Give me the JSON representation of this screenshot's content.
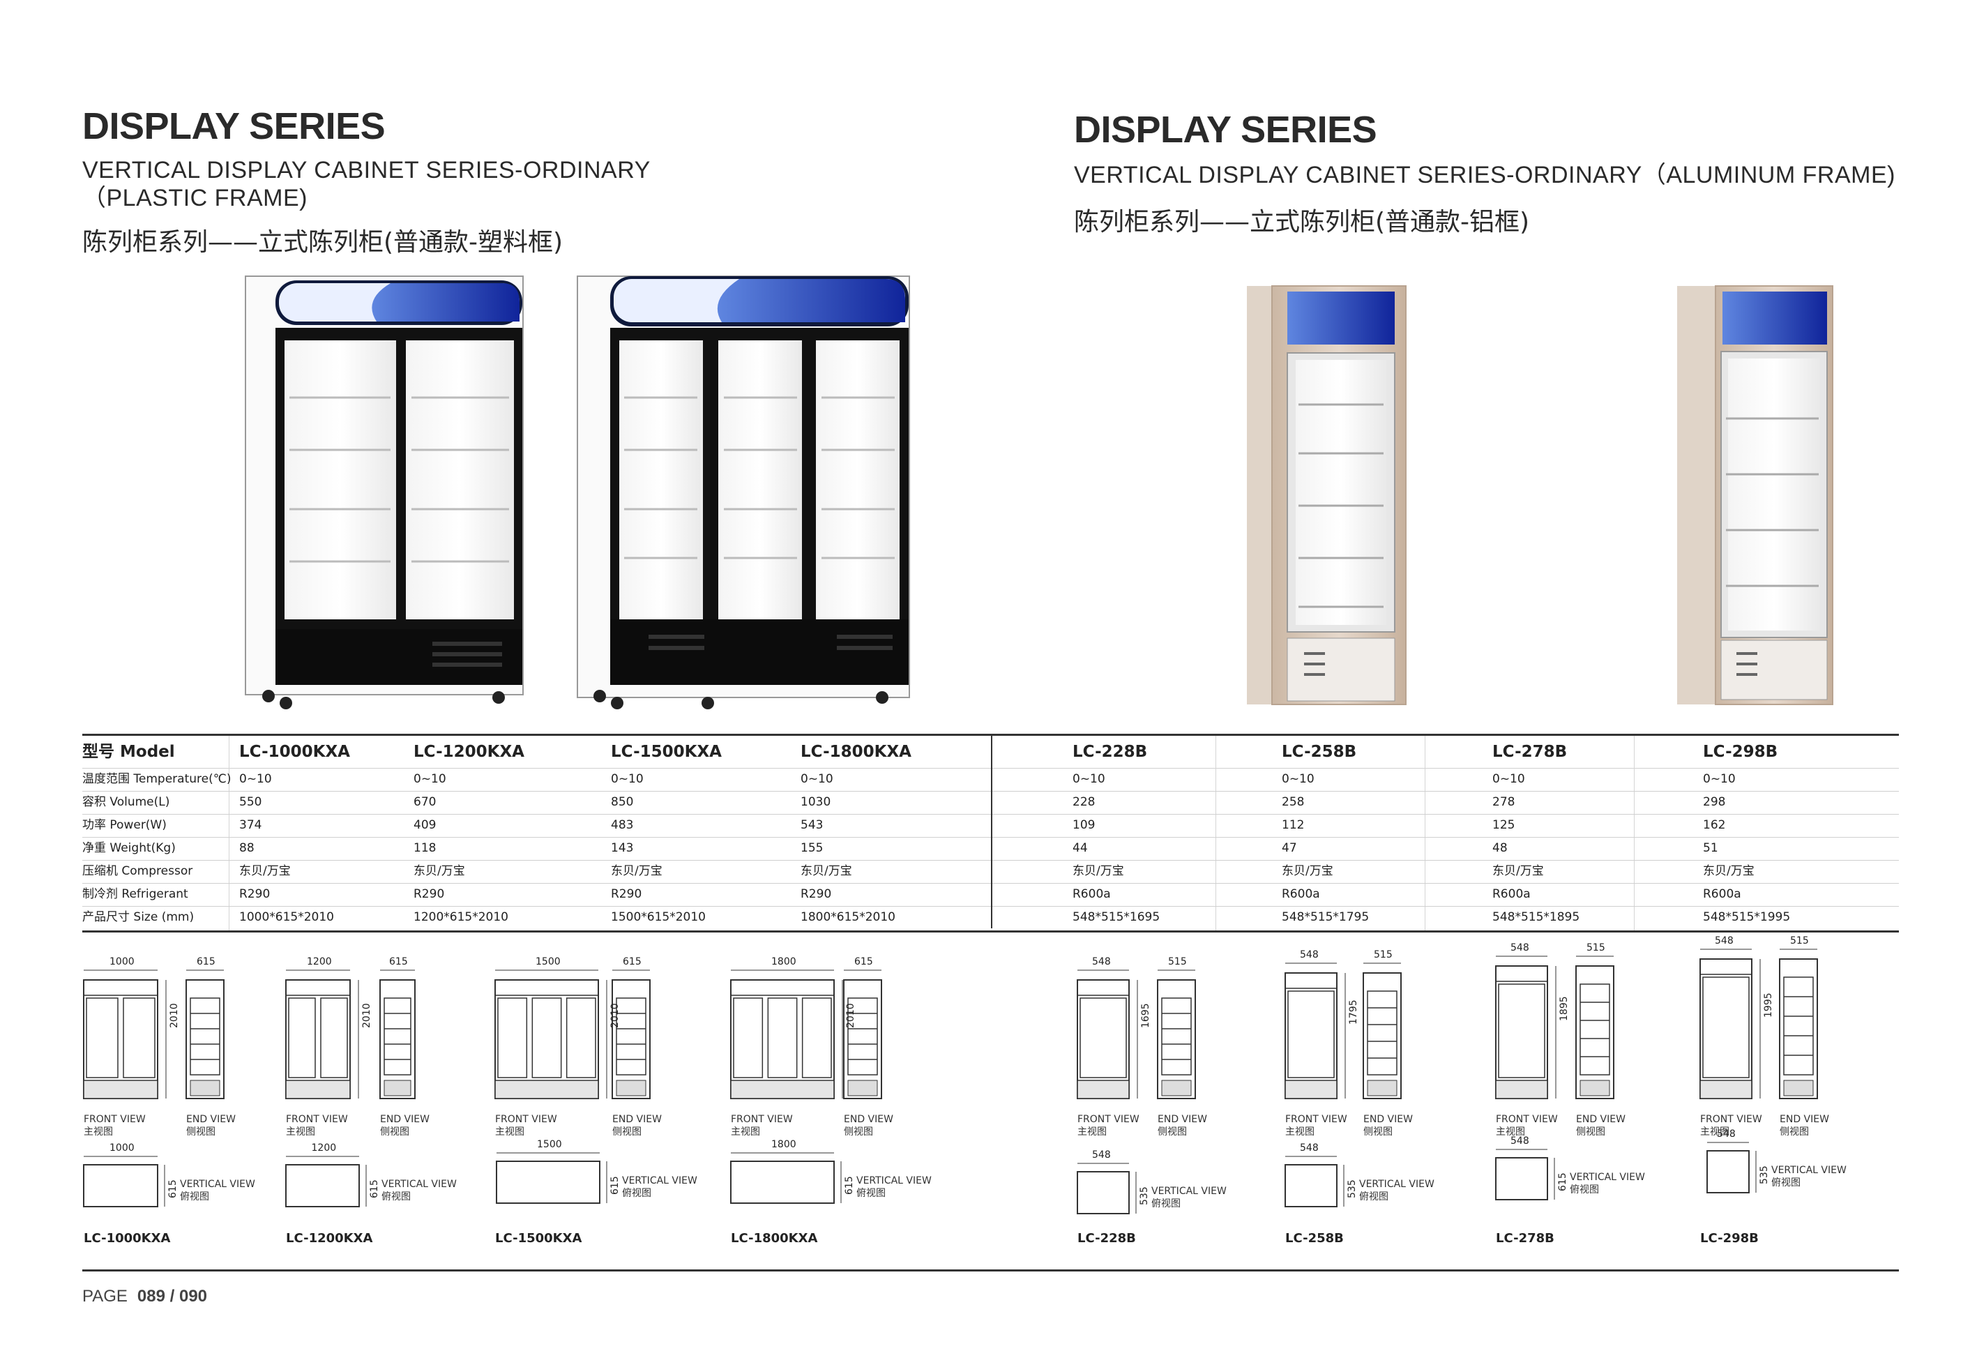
{
  "left": {
    "title": "DISPLAY SERIES",
    "subtitle_line1": "VERTICAL  DISPLAY  CABINET  SERIES-ORDINARY",
    "subtitle_line2": "（PLASTIC FRAME)",
    "subtitle_cn": "陈列柜系列——立式陈列柜(普通款-塑料框)"
  },
  "right": {
    "title": "DISPLAY SERIES",
    "subtitle_line1": "VERTICAL  DISPLAY  CABINET  SERIES-ORDINARY（ALUMINUM FRAME)",
    "subtitle_cn": "陈列柜系列——立式陈列柜(普通款-铝框)"
  },
  "colors": {
    "text": "#2a2a2a",
    "panel_blue": "#1a3aa8",
    "cabinet_black": "#111111",
    "frame_gold": "#d9c7b6"
  },
  "specs": {
    "row_labels": [
      "型号 Model",
      "温度范围 Temperature(℃)",
      "容积 Volume(L)",
      "功率 Power(W)",
      "净重 Weight(Kg)",
      "压缩机 Compressor",
      "制冷剂 Refrigerant",
      "产品尺寸 Size (mm)"
    ],
    "models": [
      {
        "model": "LC-1000KXA",
        "values": [
          "0~10",
          "550",
          "374",
          "88",
          "东贝/万宝",
          "R290",
          "1000*615*2010"
        ]
      },
      {
        "model": "LC-1200KXA",
        "values": [
          "0~10",
          "670",
          "409",
          "118",
          "东贝/万宝",
          "R290",
          "1200*615*2010"
        ]
      },
      {
        "model": "LC-1500KXA",
        "values": [
          "0~10",
          "850",
          "483",
          "143",
          "东贝/万宝",
          "R290",
          "1500*615*2010"
        ]
      },
      {
        "model": "LC-1800KXA",
        "values": [
          "0~10",
          "1030",
          "543",
          "155",
          "东贝/万宝",
          "R290",
          "1800*615*2010"
        ]
      },
      {
        "model": "LC-228B",
        "values": [
          "0~10",
          "228",
          "109",
          "44",
          "东贝/万宝",
          "R600a",
          "548*515*1695"
        ]
      },
      {
        "model": "LC-258B",
        "values": [
          "0~10",
          "258",
          "112",
          "47",
          "东贝/万宝",
          "R600a",
          "548*515*1795"
        ]
      },
      {
        "model": "LC-278B",
        "values": [
          "0~10",
          "278",
          "125",
          "48",
          "东贝/万宝",
          "R600a",
          "548*515*1895"
        ]
      },
      {
        "model": "LC-298B",
        "values": [
          "0~10",
          "298",
          "162",
          "51",
          "东贝/万宝",
          "R600a",
          "548*515*1995"
        ]
      }
    ]
  },
  "drawings": {
    "front_label_en": "FRONT VIEW",
    "front_label_cn": "主视图",
    "end_label_en": "END VIEW",
    "end_label_cn": "侧视图",
    "vertical_label_en": "VERTICAL VIEW",
    "vertical_label_cn": "俯视图",
    "items": [
      {
        "model": "LC-1000KXA",
        "width": "1000",
        "depth": "615",
        "height": "2010"
      },
      {
        "model": "LC-1200KXA",
        "width": "1200",
        "depth": "615",
        "height": "2010"
      },
      {
        "model": "LC-1500KXA",
        "width": "1500",
        "depth": "615",
        "height": "2010"
      },
      {
        "model": "LC-1800KXA",
        "width": "1800",
        "depth": "615",
        "height": "2010"
      },
      {
        "model": "LC-228B",
        "width": "548",
        "depth": "515",
        "height": "1695",
        "top_depth": "535"
      },
      {
        "model": "LC-258B",
        "width": "548",
        "depth": "515",
        "height": "1795",
        "top_depth": "535"
      },
      {
        "model": "LC-278B",
        "width": "548",
        "depth": "515",
        "height": "1895",
        "top_depth": "615"
      },
      {
        "model": "LC-298B",
        "width": "548",
        "depth": "515",
        "height": "1995",
        "top_depth": "535"
      }
    ]
  },
  "footer": {
    "page_label": "PAGE",
    "page_number": "089 / 090"
  }
}
